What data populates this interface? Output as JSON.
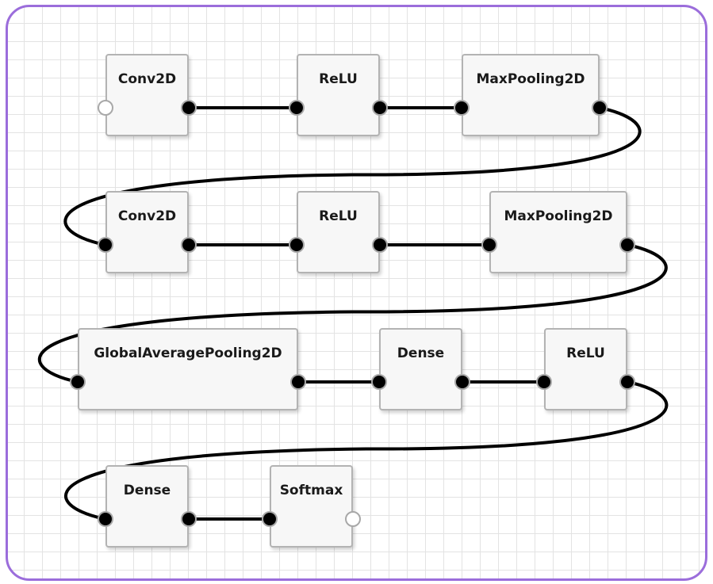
{
  "nodes": [
    {
      "id": "n1",
      "label": "Conv2D",
      "input": "open",
      "output": "filled"
    },
    {
      "id": "n2",
      "label": "ReLU",
      "input": "filled",
      "output": "filled"
    },
    {
      "id": "n3",
      "label": "MaxPooling2D",
      "input": "filled",
      "output": "filled"
    },
    {
      "id": "n4",
      "label": "Conv2D",
      "input": "filled",
      "output": "filled"
    },
    {
      "id": "n5",
      "label": "ReLU",
      "input": "filled",
      "output": "filled"
    },
    {
      "id": "n6",
      "label": "MaxPooling2D",
      "input": "filled",
      "output": "filled"
    },
    {
      "id": "n7",
      "label": "GlobalAveragePooling2D",
      "input": "filled",
      "output": "filled"
    },
    {
      "id": "n8",
      "label": "Dense",
      "input": "filled",
      "output": "filled"
    },
    {
      "id": "n9",
      "label": "ReLU",
      "input": "filled",
      "output": "filled"
    },
    {
      "id": "n10",
      "label": "Dense",
      "input": "filled",
      "output": "filled"
    },
    {
      "id": "n11",
      "label": "Softmax",
      "input": "filled",
      "output": "open"
    }
  ],
  "edges": [
    [
      "n1",
      "n2"
    ],
    [
      "n2",
      "n3"
    ],
    [
      "n3",
      "n4"
    ],
    [
      "n4",
      "n5"
    ],
    [
      "n5",
      "n6"
    ],
    [
      "n6",
      "n7"
    ],
    [
      "n7",
      "n8"
    ],
    [
      "n8",
      "n9"
    ],
    [
      "n9",
      "n10"
    ],
    [
      "n10",
      "n11"
    ]
  ],
  "colors": {
    "frame": "#9b6ddb",
    "node_fill": "#f7f7f7",
    "node_border": "#b3b3b3",
    "wire": "#000000",
    "grid": "#e3e3e3"
  }
}
